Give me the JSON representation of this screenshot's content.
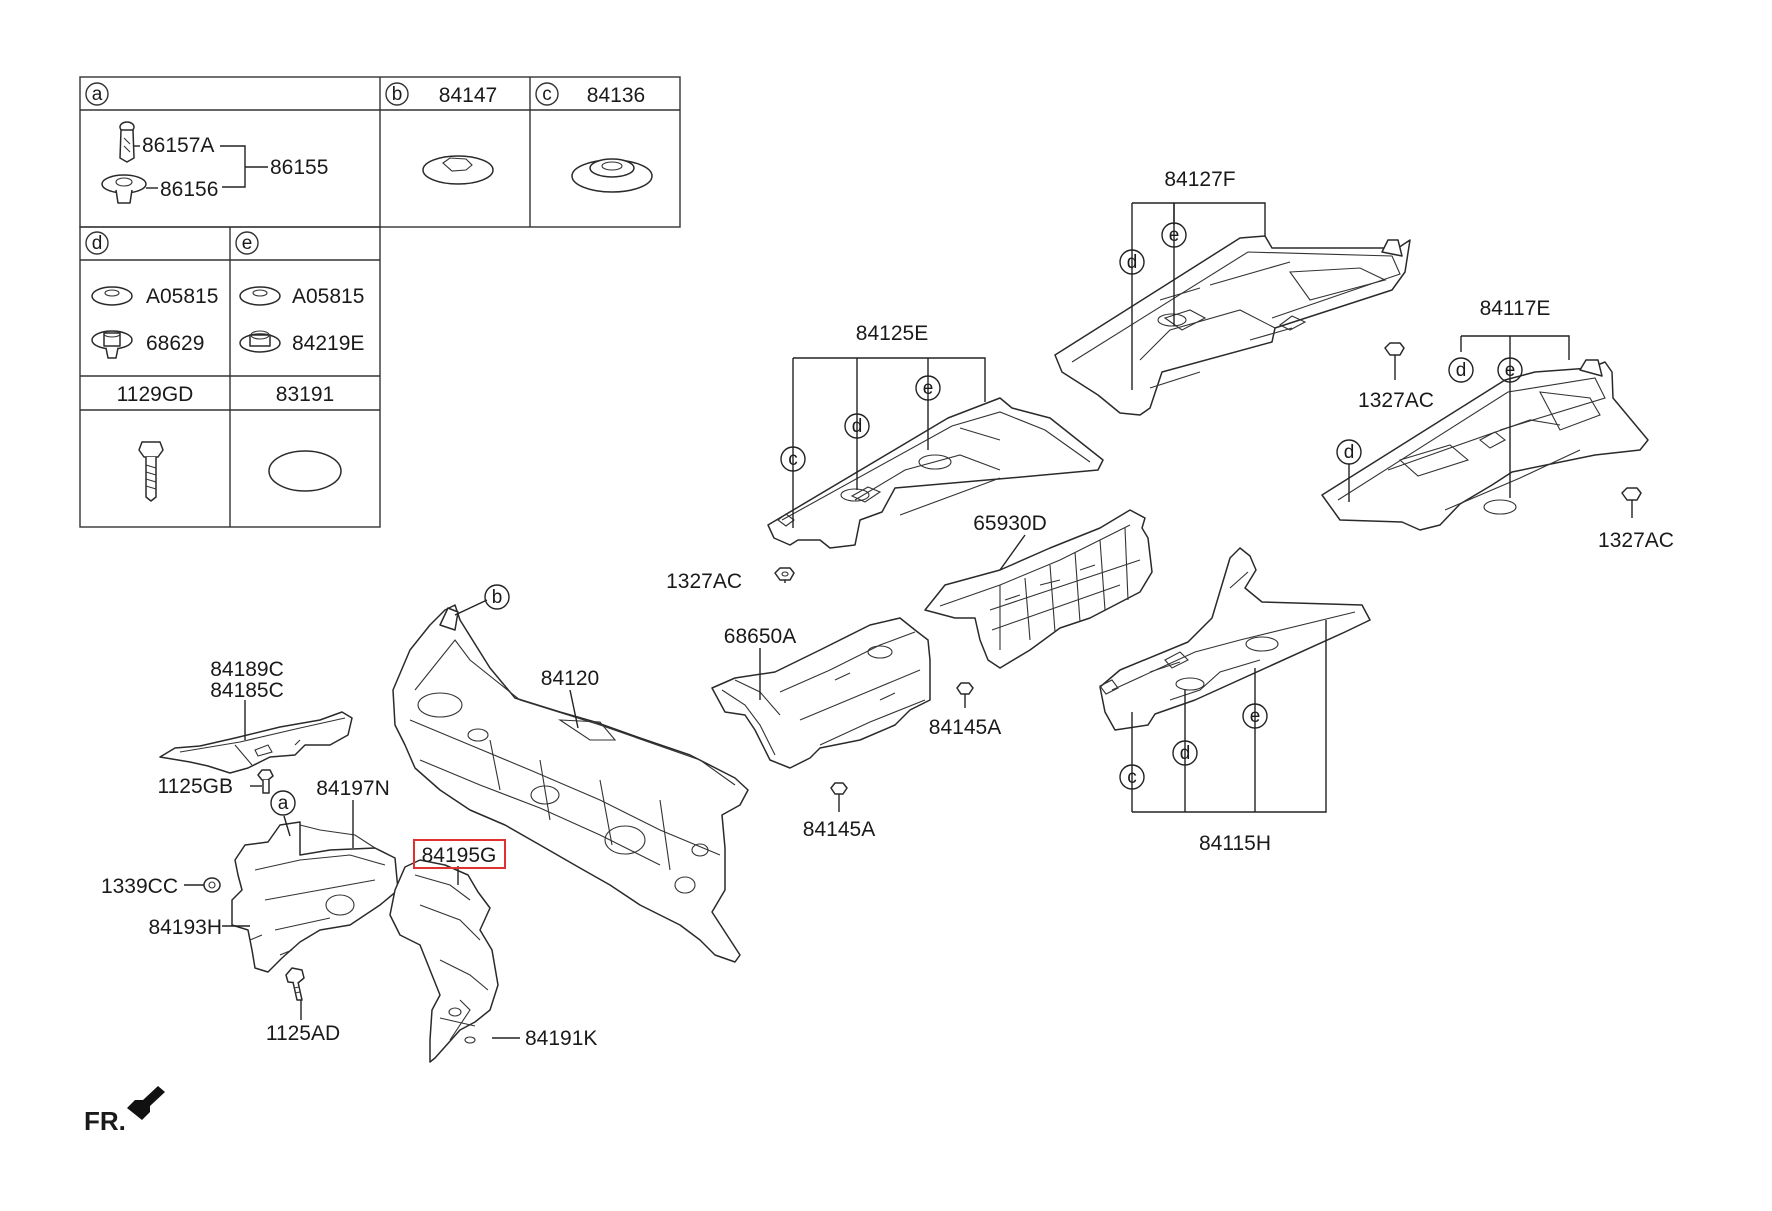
{
  "legend": {
    "a": {
      "letter": "a",
      "items": [
        "86157A",
        "86156"
      ],
      "group": "86155"
    },
    "b": {
      "letter": "b",
      "part": "84147"
    },
    "c": {
      "letter": "c",
      "part": "84136"
    },
    "d": {
      "letter": "d",
      "items": [
        "A05815",
        "68629"
      ]
    },
    "e": {
      "letter": "e",
      "items": [
        "A05815",
        "84219E"
      ]
    },
    "bolt": {
      "part": "1129GD"
    },
    "pad": {
      "part": "83191"
    }
  },
  "callouts": {
    "p84127F": "84127F",
    "p84125E": "84125E",
    "p84117E": "84117E",
    "p1327AC_a": "1327AC",
    "p1327AC_b": "1327AC",
    "p1327AC_c": "1327AC",
    "p65930D": "65930D",
    "p68650A": "68650A",
    "p84145A_a": "84145A",
    "p84145A_b": "84145A",
    "p84120": "84120",
    "p84189C": "84189C",
    "p84185C": "84185C",
    "p1125GB": "1125GB",
    "p84197N": "84197N",
    "p84195G": "84195G",
    "p1339CC": "1339CC",
    "p84193H": "84193H",
    "p1125AD": "1125AD",
    "p84191K": "84191K",
    "p84115H": "84115H"
  },
  "circle_letters": {
    "a": "a",
    "b": "b",
    "c": "c",
    "d": "d",
    "e": "e"
  },
  "direction": "FR.",
  "highlight_color": "#e03030"
}
